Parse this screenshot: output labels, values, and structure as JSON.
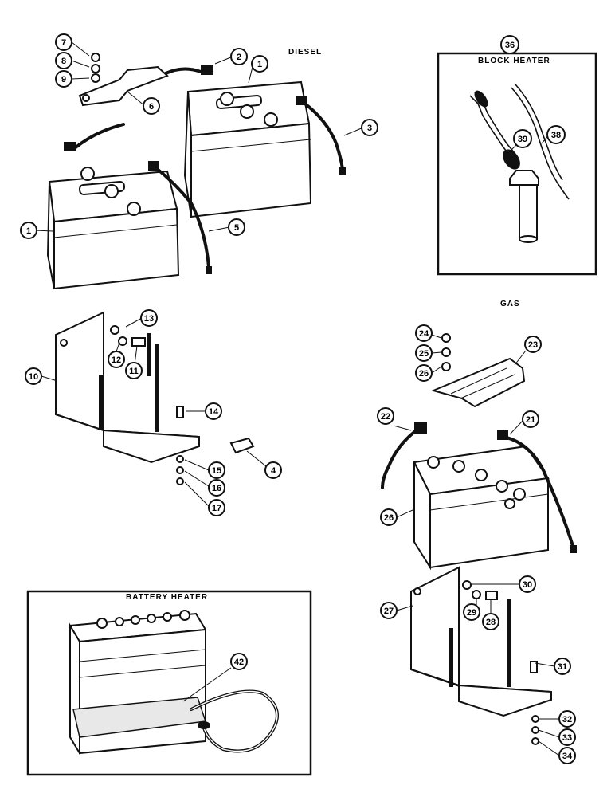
{
  "titles": {
    "diesel": "DIESEL",
    "gas": "GAS",
    "block_heater": "BLOCK HEATER",
    "battery_heater": "BATTERY HEATER"
  },
  "callouts": [
    "7",
    "8",
    "9",
    "6",
    "2",
    "1",
    "3",
    "1",
    "5",
    "36",
    "39",
    "38",
    "13",
    "12",
    "11",
    "10",
    "14",
    "4",
    "15",
    "16",
    "17",
    "24",
    "25",
    "26",
    "23",
    "22",
    "21",
    "26",
    "27",
    "30",
    "29",
    "28",
    "31",
    "32",
    "33",
    "34",
    "42"
  ]
}
